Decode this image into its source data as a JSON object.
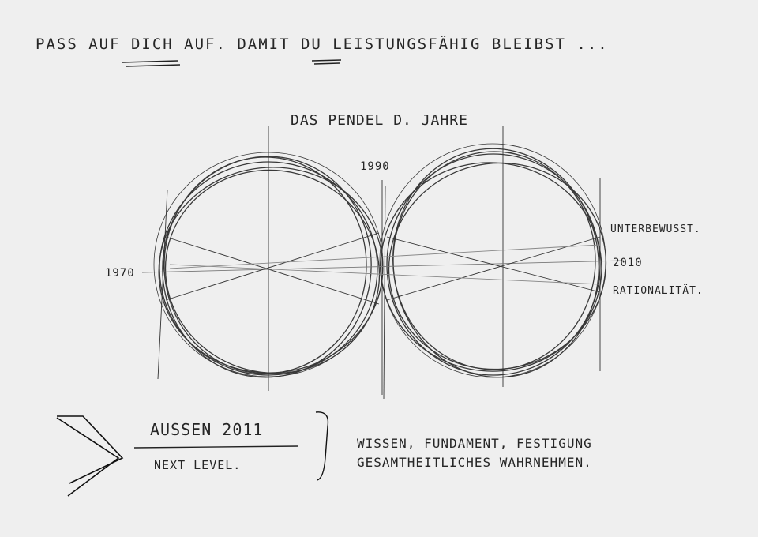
{
  "header": {
    "line": "PASS AUF DICH AUF. DAMIT DU LEISTUNGSFÄHIG BLEIBST ..."
  },
  "diagram": {
    "title": "DAS PENDEL D. JAHRE",
    "year_left": "1970",
    "year_center": "1990",
    "year_right": "2010",
    "label_top_right": "UNTERBEWUSST.",
    "label_bottom_right": "RATIONALITÄT."
  },
  "footer": {
    "numerator": "AUSSEN 2011",
    "denominator": "NEXT LEVEL.",
    "line1": "WISSEN, FUNDAMENT, FESTIGUNG",
    "line2": "GESAMTHEITLICHES WAHRNEHMEN."
  }
}
